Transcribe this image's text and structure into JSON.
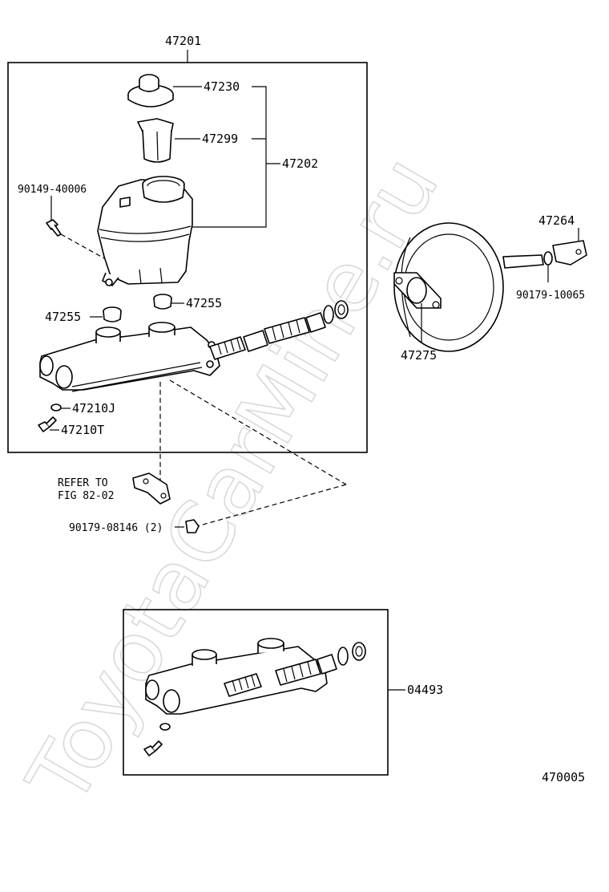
{
  "watermark": "ToyotaCarMine.ru",
  "labels": {
    "assembly_main": "47201",
    "cap": "47230",
    "strainer": "47299",
    "reservoir": "47202",
    "screw": "90149-40006",
    "grommet_left": "47255",
    "grommet_right": "47255",
    "clip": "47210J",
    "bolt": "47210T",
    "refer_line1": "REFER TO",
    "refer_line2": "FIG 82-02",
    "nut": "90179-08146 (2)",
    "clevis": "47264",
    "booster_nut": "90179-10065",
    "gasket": "47275",
    "kit": "04493",
    "figure_id": "470005"
  }
}
